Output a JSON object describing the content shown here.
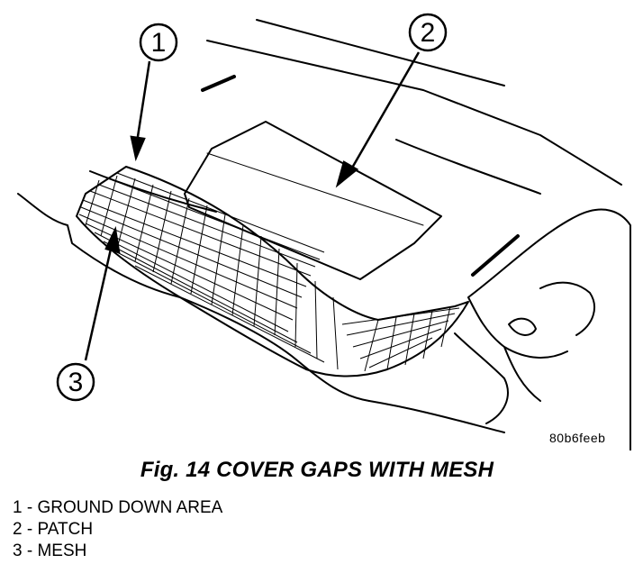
{
  "figure": {
    "image_code": "80b6feeb",
    "caption": "Fig. 14 COVER GAPS WITH MESH"
  },
  "callouts": [
    {
      "number": "1"
    },
    {
      "number": "2"
    },
    {
      "number": "3"
    }
  ],
  "legend": [
    {
      "number": "1",
      "separator": "-",
      "label": "GROUND DOWN AREA"
    },
    {
      "number": "2",
      "separator": "-",
      "label": "PATCH"
    },
    {
      "number": "3",
      "separator": "-",
      "label": "MESH"
    }
  ]
}
